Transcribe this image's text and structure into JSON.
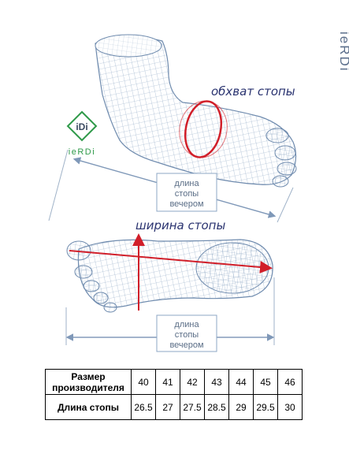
{
  "brand": {
    "vertical_logo": "ieRDi",
    "badge_text": "iDi",
    "logo_text": "ieRDi"
  },
  "labels": {
    "girth": "обхват стопы",
    "width": "ширина стопы",
    "length_top": [
      "длина",
      "стопы",
      "вечером"
    ],
    "length_bottom": [
      "длина",
      "стопы",
      "вечером"
    ]
  },
  "colors": {
    "mesh": "#8ea7c4",
    "accent_red": "#d11f2a",
    "arrow": "#7f98b8",
    "badge_green": "#2f9a4a"
  },
  "size_table": {
    "row1_label": "Размер производителя",
    "row2_label": "Длина стопы",
    "sizes": [
      "40",
      "41",
      "42",
      "43",
      "44",
      "45",
      "46"
    ],
    "lengths": [
      "26.5",
      "27",
      "27.5",
      "28.5",
      "29",
      "29.5",
      "30"
    ]
  }
}
